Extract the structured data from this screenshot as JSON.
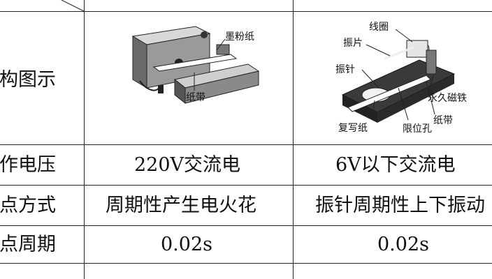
{
  "table": {
    "rows": {
      "structure": {
        "label": "结构图示"
      },
      "voltage": {
        "label": "工作电压",
        "col1": "220V交流电",
        "col2": "6V以下交流电"
      },
      "method": {
        "label": "打点方式",
        "col1": "周期性产生电火花",
        "col2": "振针周期性上下振动"
      },
      "period": {
        "label": "打点周期",
        "col1": "0.02s",
        "col2": "0.02s"
      }
    }
  },
  "spark_timer": {
    "labels": {
      "toner_paper": "墨粉纸",
      "tape": "纸带"
    }
  },
  "electromagnetic_timer": {
    "labels": {
      "coil": "线圈",
      "reed": "振片",
      "needle": "振针",
      "magnet": "永久磁铁",
      "tape": "纸带",
      "carbon_paper": "复写纸",
      "limit_hole": "限位孔"
    }
  },
  "colors": {
    "line": "#222222",
    "device_dark": "#3a3a3a",
    "device_light": "#bdbdbd"
  }
}
